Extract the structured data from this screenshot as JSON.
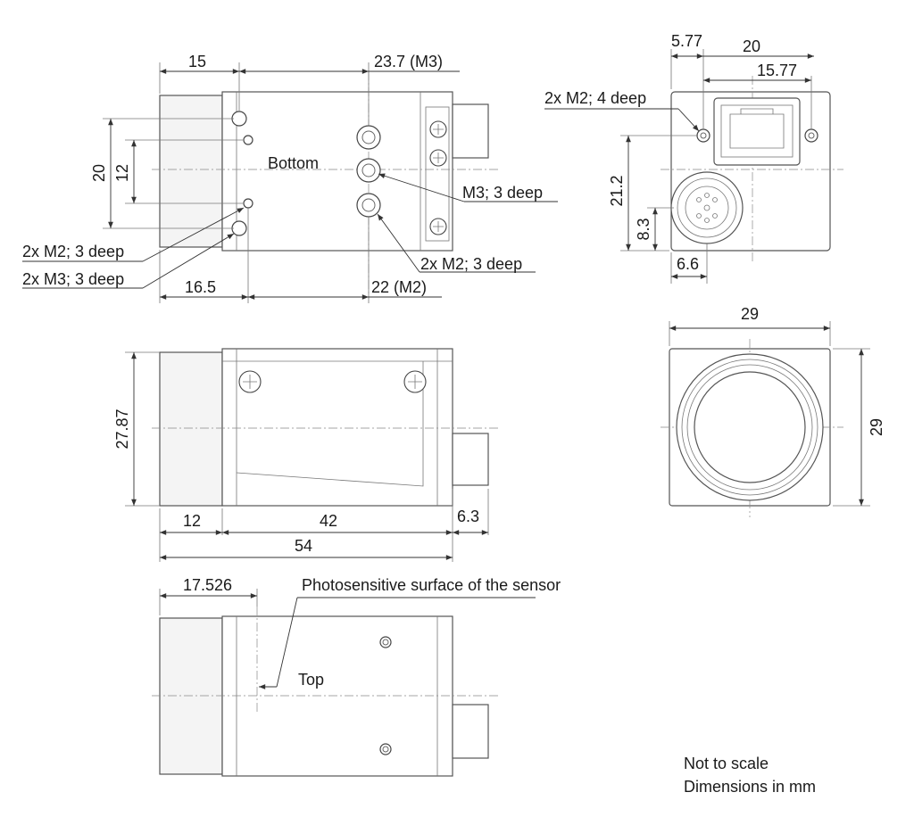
{
  "bottom_view": {
    "title": "Bottom",
    "dim_15": "15",
    "dim_23_7": "23.7 (M3)",
    "dim_20": "20",
    "dim_12": "12",
    "dim_16_5": "16.5",
    "dim_22": "22 (M2)",
    "callout_m2_3deep_left": "2x M2; 3 deep",
    "callout_m3_3deep_left": "2x M3; 3 deep",
    "callout_m3_3deep_right": "M3; 3 deep",
    "callout_m2_3deep_right": "2x M2; 3 deep"
  },
  "rear_view": {
    "dim_5_77": "5.77",
    "dim_20": "20",
    "dim_15_77": "15.77",
    "callout_m2_4deep": "2x M2; 4 deep",
    "dim_21_2": "21.2",
    "dim_8_3": "8.3",
    "dim_6_6": "6.6"
  },
  "side_view": {
    "dim_27_87": "27.87",
    "dim_12": "12",
    "dim_42": "42",
    "dim_6_3": "6.3",
    "dim_54": "54"
  },
  "front_view": {
    "dim_width": "29",
    "dim_height": "29"
  },
  "top_view": {
    "title": "Top",
    "dim_17_526": "17.526",
    "sensor_callout": "Photosensitive surface of the sensor"
  },
  "notes": {
    "line1": "Not to scale",
    "line2": "Dimensions in mm"
  }
}
